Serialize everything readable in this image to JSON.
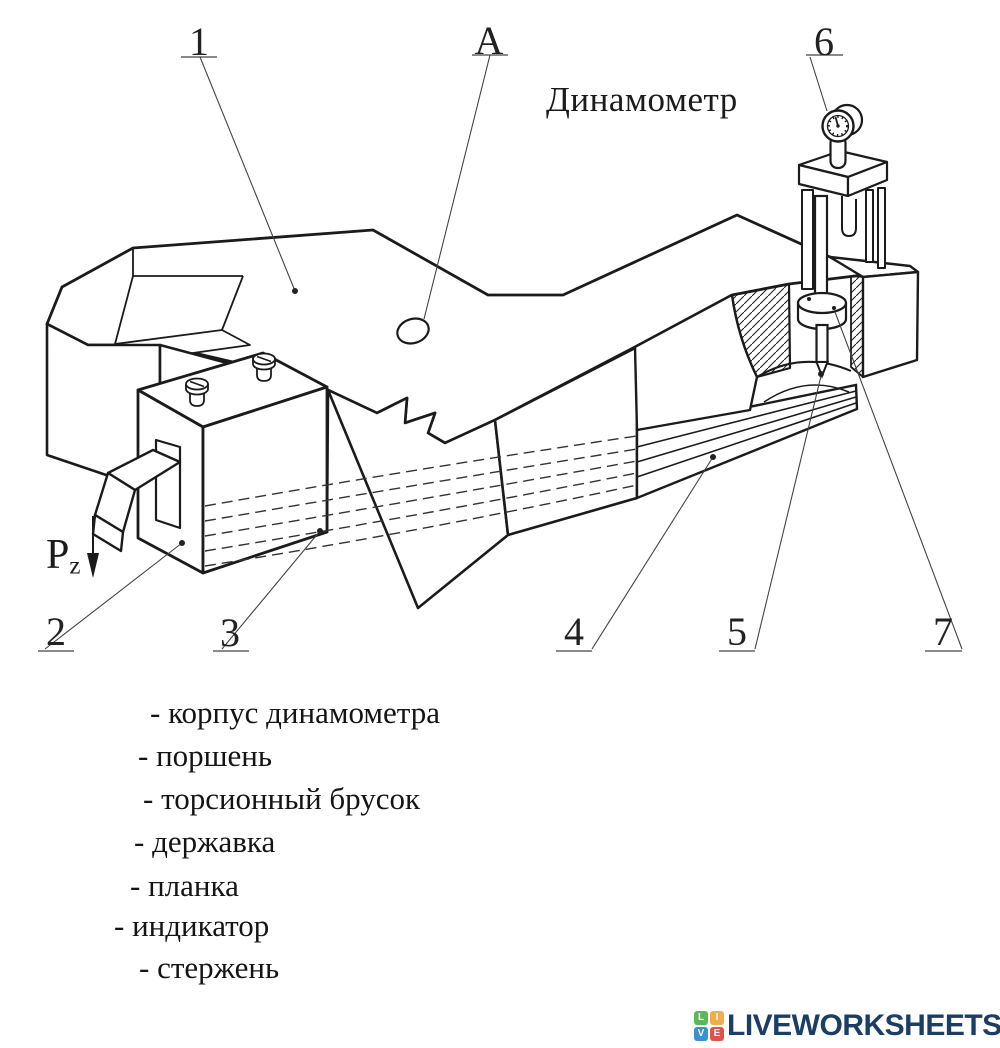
{
  "drawing": {
    "title": "Динамометр",
    "force_label": {
      "main": "P",
      "sub": "z"
    },
    "callouts": {
      "c1": "1",
      "c2": "2",
      "c3": "3",
      "c4": "4",
      "c5": "5",
      "c6": "6",
      "c7": "7",
      "cA": "А"
    },
    "line_color": "#1b1b1b"
  },
  "parts_list": {
    "items": [
      "- корпус динамометра",
      "- поршень",
      "- торсионный брусок",
      "- державка",
      "- планка",
      "- индикатор",
      "- стержень"
    ]
  },
  "watermark": {
    "brand": "LIVEWORKSHEETS",
    "brand_color": "#1A3E66",
    "tiles": [
      {
        "letter": "L",
        "color": "#5CB85C"
      },
      {
        "letter": "I",
        "color": "#F0AD4E"
      },
      {
        "letter": "V",
        "color": "#3D8FD1"
      },
      {
        "letter": "E",
        "color": "#E0534A"
      }
    ]
  }
}
